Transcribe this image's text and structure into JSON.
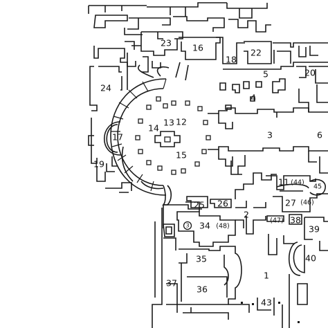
{
  "labels": {
    "n1": "1",
    "n2": "2",
    "n3": "3",
    "n4": "4",
    "n5": "5",
    "n6": "6",
    "n11": "11",
    "n12": "12",
    "n13": "13",
    "n14": "14",
    "n15": "15",
    "n16": "16",
    "n17": "17",
    "n18": "18",
    "n19": "19",
    "n20": "20",
    "n22": "22",
    "n23": "23",
    "n24": "24",
    "n25": "25",
    "n26": "26",
    "n27": "27",
    "n34": "34",
    "n35": "35",
    "n36": "36",
    "n37": "37",
    "n38": "38",
    "n39": "39",
    "n40": "40",
    "n43": "43",
    "p44": "(44)",
    "p45": "45",
    "p46": "(46)",
    "p47": "(47)",
    "p48": "(48)",
    "c3": "3"
  }
}
